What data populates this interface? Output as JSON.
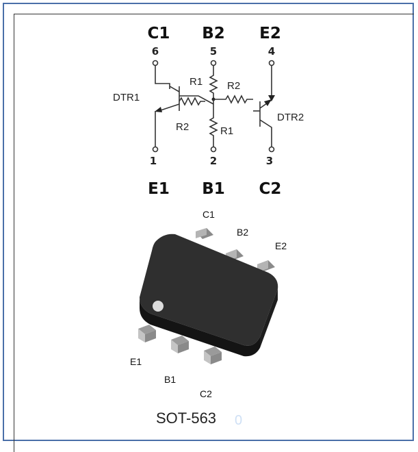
{
  "schematic": {
    "top_pins": [
      {
        "name": "C1",
        "num": "6"
      },
      {
        "name": "B2",
        "num": "5"
      },
      {
        "name": "E2",
        "num": "4"
      }
    ],
    "bottom_pins": [
      {
        "name": "E1",
        "num": "1"
      },
      {
        "name": "B1",
        "num": "2"
      },
      {
        "name": "C2",
        "num": "3"
      }
    ],
    "transistors": [
      "DTR1",
      "DTR2"
    ],
    "resistors": {
      "r1": "R1",
      "r2": "R2"
    }
  },
  "package": {
    "pin_labels": [
      "C1",
      "B2",
      "E2",
      "E1",
      "B1",
      "C2"
    ],
    "name": "SOT-563",
    "watermark": "0",
    "body_color": "#2a2a2a",
    "pin_color": "#a8a8a8"
  }
}
